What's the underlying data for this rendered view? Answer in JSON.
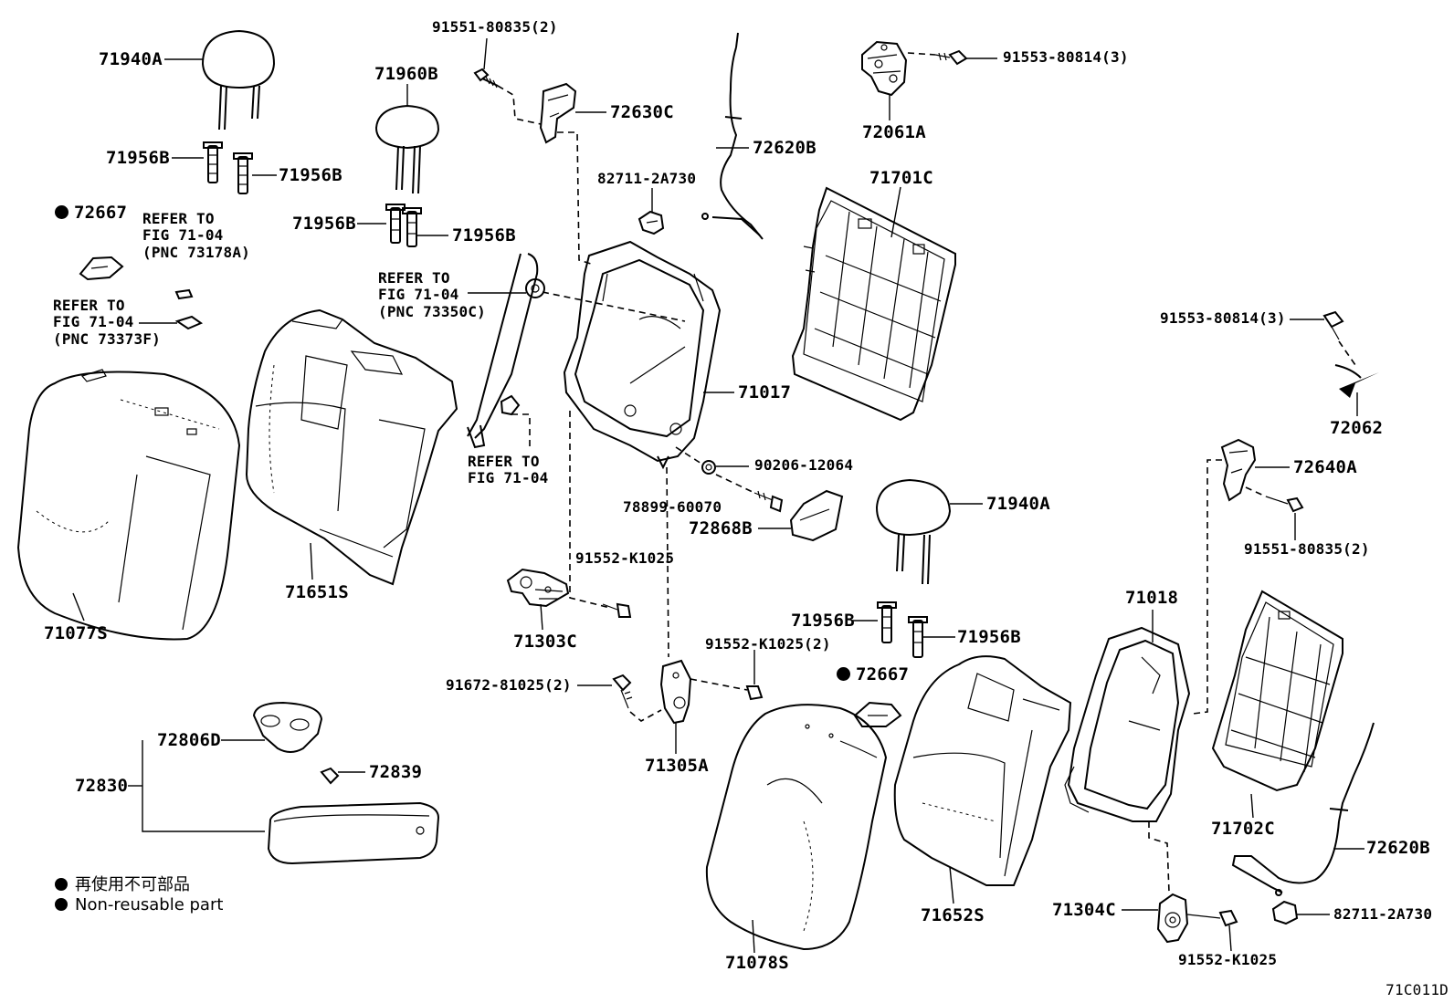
{
  "labels": {
    "l_71940A_1": "71940A",
    "l_71956B_1": "71956B",
    "l_71956B_2": "71956B",
    "l_72667_1": "72667",
    "l_91551_80835_top": "91551-80835(2)",
    "l_71960B": "71960B",
    "l_71956B_3": "71956B",
    "l_71956B_4": "71956B",
    "l_72630C": "72630C",
    "l_82711_2A730_1": "82711-2A730",
    "l_72620B_1": "72620B",
    "l_72061A": "72061A",
    "l_91553_80814_1": "91553-80814(3)",
    "l_71701C": "71701C",
    "l_91553_80814_2": "91553-80814(3)",
    "l_72062": "72062",
    "l_71017": "71017",
    "l_90206_12064": "90206-12064",
    "l_78899_60070": "78899-60070",
    "l_72868B": "72868B",
    "l_71940A_2": "71940A",
    "l_72640A": "72640A",
    "l_91551_80835_r": "91551-80835(2)",
    "l_71651S": "71651S",
    "l_71077S": "71077S",
    "l_91552_K1025_1": "91552-K1025",
    "l_71303C": "71303C",
    "l_91552_K1025_2": "91552-K1025(2)",
    "l_91672_81025": "91672-81025(2)",
    "l_71305A": "71305A",
    "l_71956B_5": "71956B",
    "l_71956B_6": "71956B",
    "l_72667_2": "72667",
    "l_71018": "71018",
    "l_72806D": "72806D",
    "l_72839": "72839",
    "l_72830": "72830",
    "l_71702C": "71702C",
    "l_72620B_2": "72620B",
    "l_71078S": "71078S",
    "l_71652S": "71652S",
    "l_71304C": "71304C",
    "l_82711_2A730_2": "82711-2A730",
    "l_91552_K1025_3": "91552-K1025"
  },
  "references": {
    "ref1": "REFER TO\nFIG 71-04\n(PNC 73178A)",
    "ref2": "REFER TO\nFIG 71-04\n(PNC 73373F)",
    "ref3": "REFER TO\nFIG 71-04\n(PNC 73350C)",
    "ref4": "REFER TO\nFIG 71-04"
  },
  "legend": {
    "jp": "再使用不可部品",
    "en": "Non-reusable part"
  },
  "diagram_code": "71C011D"
}
